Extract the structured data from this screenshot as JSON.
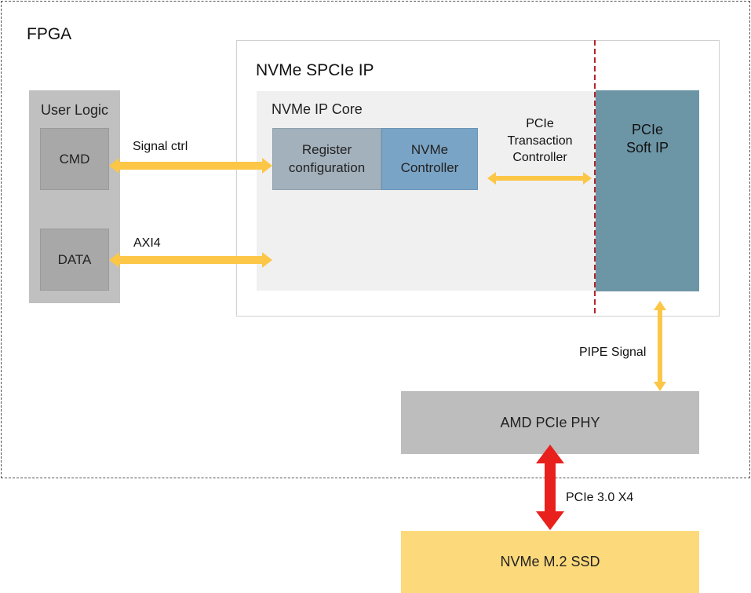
{
  "fpga": {
    "label": "FPGA"
  },
  "spcie": {
    "label": "NVMe SPCIe IP"
  },
  "core": {
    "label": "NVMe IP Core"
  },
  "user_logic": {
    "label": "User Logic",
    "cmd": "CMD",
    "data": "DATA"
  },
  "blocks": {
    "register_line1": "Register",
    "register_line2": "configuration",
    "nvme_line1": "NVMe",
    "nvme_line2": "Controller",
    "pcie_soft_line1": "PCIe",
    "pcie_soft_line2": "Soft IP",
    "phy": "AMD PCIe PHY",
    "ssd": "NVMe M.2 SSD"
  },
  "connections": {
    "signal_ctrl": "Signal ctrl",
    "axi4": "AXI4",
    "txn_line1": "PCIe",
    "txn_line2": "Transaction",
    "txn_line3": "Controller",
    "pipe": "PIPE Signal",
    "pcie30": "PCIe 3.0 X4"
  },
  "colors": {
    "yellow_arrow": "#fcc646",
    "red_arrow": "#e8211d",
    "divider": "#b5242b"
  }
}
